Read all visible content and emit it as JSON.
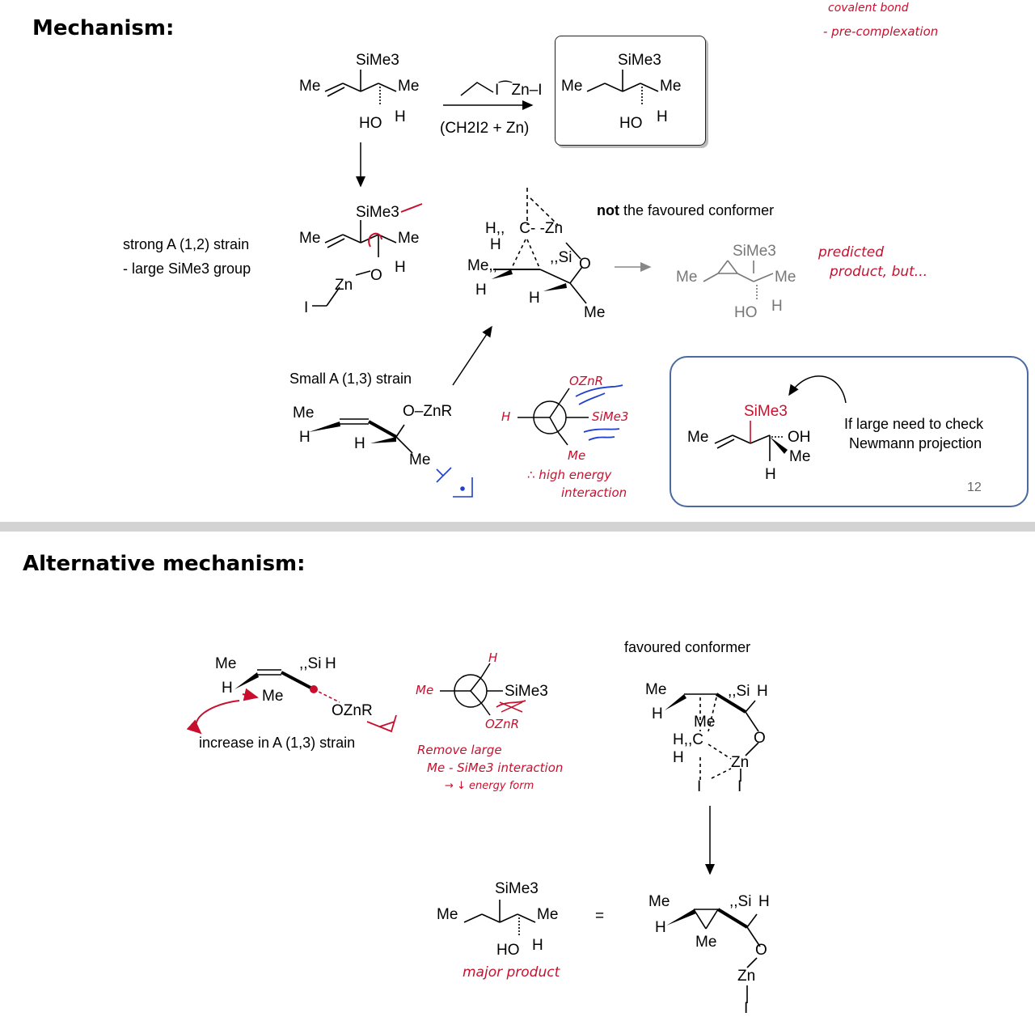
{
  "slide": {
    "title": "Mechanism:",
    "page_number": "12",
    "alt_title": "Alternative mechanism:"
  },
  "top_right_notes": {
    "line1": "covalent bond",
    "line2": "- pre-complexation"
  },
  "reaction": {
    "reagent": "I⁀Zn–I",
    "reagent_sub": "(CH2I2 + Zn)",
    "sime3": "SiMe3",
    "me": "Me",
    "ho": "HO",
    "h": "H"
  },
  "strain_note": {
    "line1": "strong A (1,2) strain",
    "line2": "- large SiMe3 group"
  },
  "not_favoured": {
    "prefix": "not",
    "text": "the favoured conformer",
    "note_line1": "predicted",
    "note_line2": "product, but..."
  },
  "small_strain": {
    "text": "Small A (1,3) strain",
    "ozn": "O–ZnR"
  },
  "newman1": {
    "top": "OZnR",
    "right": "SiMe3",
    "bottom": "Me",
    "left": "H",
    "note_line1": "∴ high energy",
    "note_line2": "interaction"
  },
  "info_box": {
    "line1": "If large need to check",
    "line2": "Newmann projection",
    "oh": "OH"
  },
  "alt": {
    "strain": "increase in A (1,3) strain",
    "ozn": "OZnR",
    "favoured": "favoured conformer",
    "equals": "=",
    "major": "major product"
  },
  "newman2": {
    "left": "Me",
    "right": "SiMe3",
    "top": "H",
    "bottom": "OZnR",
    "note_line1": "Remove large",
    "note_line2": "Me - SiMe3 interaction",
    "note_line3": "→ ↓ energy form"
  }
}
